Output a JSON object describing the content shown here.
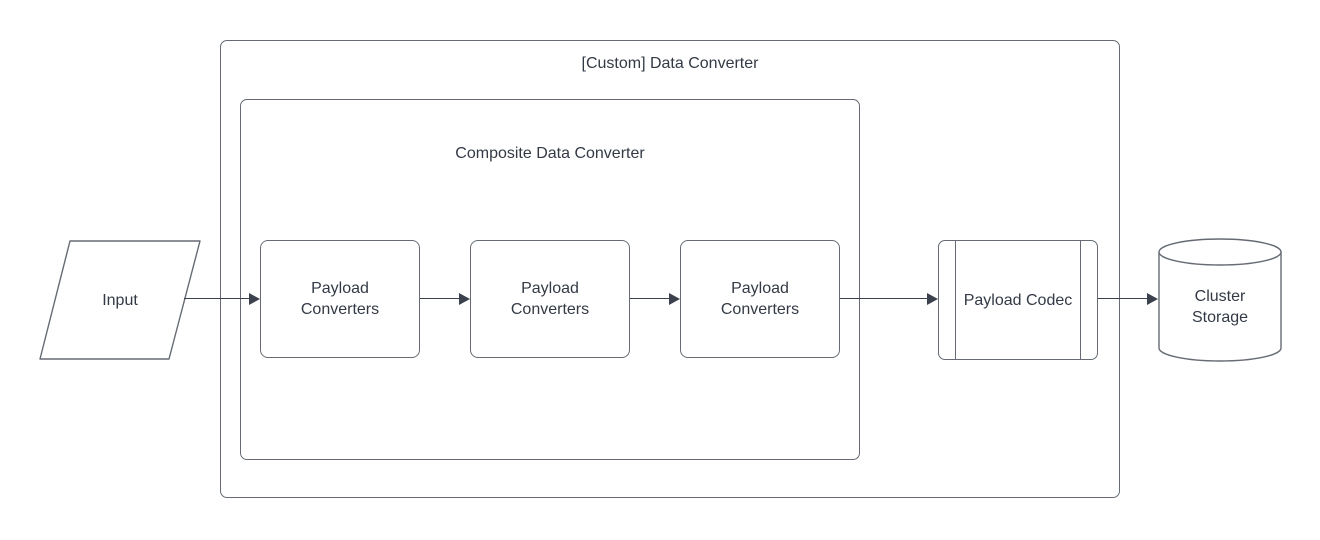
{
  "canvas": {
    "background": "#ffffff"
  },
  "groups": {
    "custom": {
      "title": "[Custom] Data Converter"
    },
    "composite": {
      "title": "Composite Data Converter"
    }
  },
  "nodes": {
    "input": {
      "label": "Input",
      "shape": "parallelogram"
    },
    "payload_converters_1": {
      "label": "Payload Converters",
      "shape": "rounded-rect"
    },
    "payload_converters_2": {
      "label": "Payload Converters",
      "shape": "rounded-rect"
    },
    "payload_converters_3": {
      "label": "Payload Converters",
      "shape": "rounded-rect"
    },
    "payload_codec": {
      "label": "Payload Codec",
      "shape": "process"
    },
    "cluster_storage": {
      "label": "Cluster Storage",
      "shape": "cylinder"
    }
  },
  "connectors": {
    "style": "solid-line-filled-arrowhead",
    "flow": [
      "input -> payload_converters_1",
      "payload_converters_1 -> payload_converters_2",
      "payload_converters_2 -> payload_converters_3",
      "payload_converters_3 -> payload_codec",
      "payload_codec -> cluster_storage"
    ]
  },
  "colors": {
    "shape_stroke": "#666b73",
    "connector": "#3b414d",
    "text": "#333a45",
    "fill": "#ffffff"
  }
}
